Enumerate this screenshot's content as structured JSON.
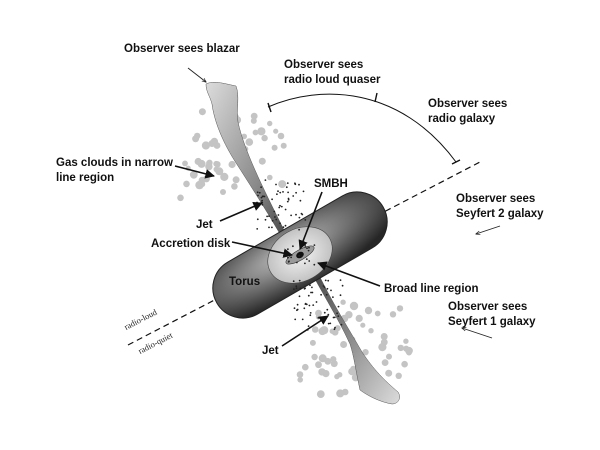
{
  "labels": {
    "blazar_1": "Observer sees blazar",
    "quasar_1": "Observer sees",
    "quasar_2": "radio loud quaser",
    "radio_galaxy_1": "Observer sees",
    "radio_galaxy_2": "radio galaxy",
    "gas_clouds_1": "Gas clouds in narrow",
    "gas_clouds_2": "line region",
    "smbh": "SMBH",
    "jet_upper": "Jet",
    "accretion_disk": "Accretion disk",
    "torus": "Torus",
    "broad_line_region": "Broad line region",
    "seyfert2_1": "Observer sees",
    "seyfert2_2": "Seyfert 2 galaxy",
    "seyfert1_1": "Observer sees",
    "seyfert1_2": "Seyfert 1 galaxy",
    "jet_lower": "Jet",
    "radio_loud": "radio-loud",
    "radio_quiet": "radio-quiet"
  },
  "colors": {
    "jet": "#7a7a7a",
    "torus_dark": "#2e2e2e",
    "torus_light": "#d0d0d0",
    "cloud": "#c4c4c4",
    "dot": "#222222"
  }
}
